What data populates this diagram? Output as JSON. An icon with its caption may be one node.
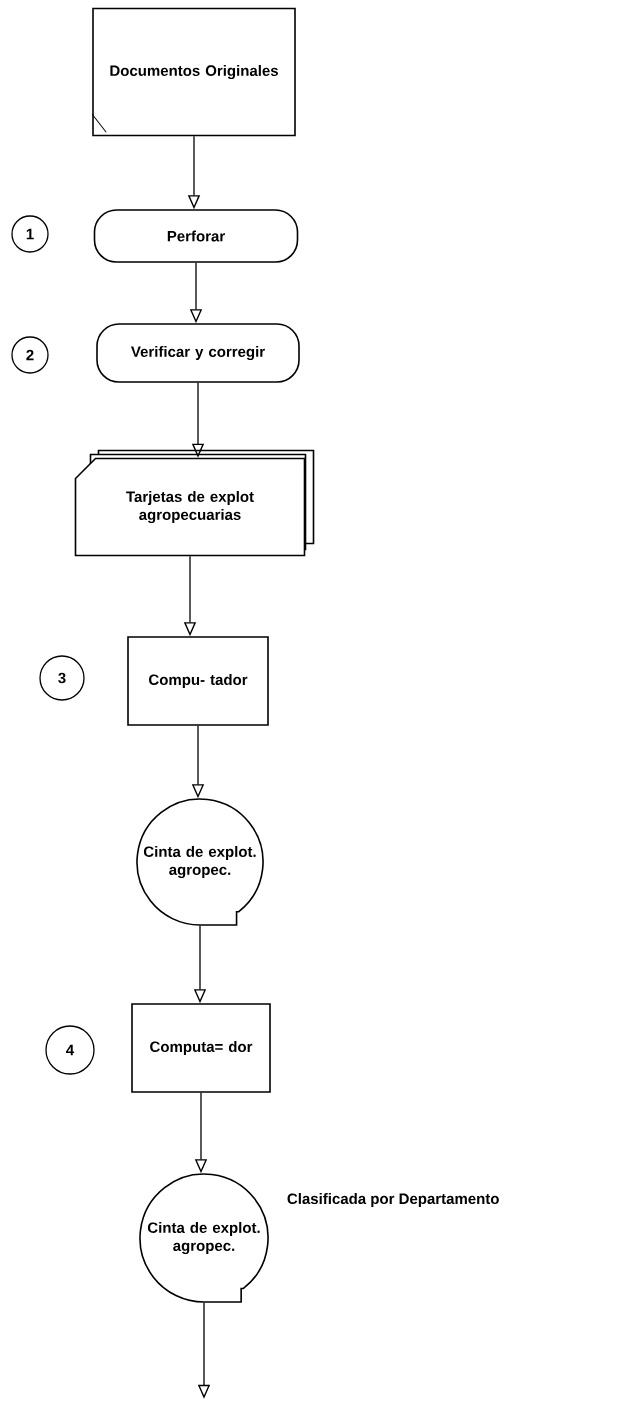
{
  "diagram": {
    "nodes": [
      {
        "text": [
          "Documentos Originales"
        ]
      },
      {
        "text": [
          "1"
        ]
      },
      {
        "text": [
          "Perforar"
        ]
      },
      {
        "text": [
          "2"
        ]
      },
      {
        "text": [
          "Verificar y corregir"
        ]
      },
      {
        "text": [
          "Tarjetas de explot agropecuarias"
        ]
      },
      {
        "text": [
          "3"
        ]
      },
      {
        "text": [
          "Compu- tador"
        ]
      },
      {
        "text": [
          "Cinta de explot. agropec."
        ]
      },
      {
        "text": [
          "4"
        ]
      },
      {
        "text": [
          "Computa= dor"
        ]
      },
      {
        "text": [
          "Cinta de explot. agropec."
        ],
        "beside": [
          "Clasificada por Departamento"
        ]
      }
    ],
    "edges": [
      {
        "from": 0,
        "to": 2,
        "arrow": "to"
      },
      {
        "from": 2,
        "to": 4,
        "arrow": "to"
      },
      {
        "from": 4,
        "to": 5,
        "arrow": "to"
      },
      {
        "from": 5,
        "to": 7,
        "arrow": "to"
      },
      {
        "from": 7,
        "to": 8,
        "arrow": "to"
      },
      {
        "from": 8,
        "to": 10,
        "arrow": "to"
      },
      {
        "from": 10,
        "to": 11,
        "arrow": "to"
      },
      {
        "from": 11,
        "to": null,
        "arrow": "to"
      }
    ]
  }
}
